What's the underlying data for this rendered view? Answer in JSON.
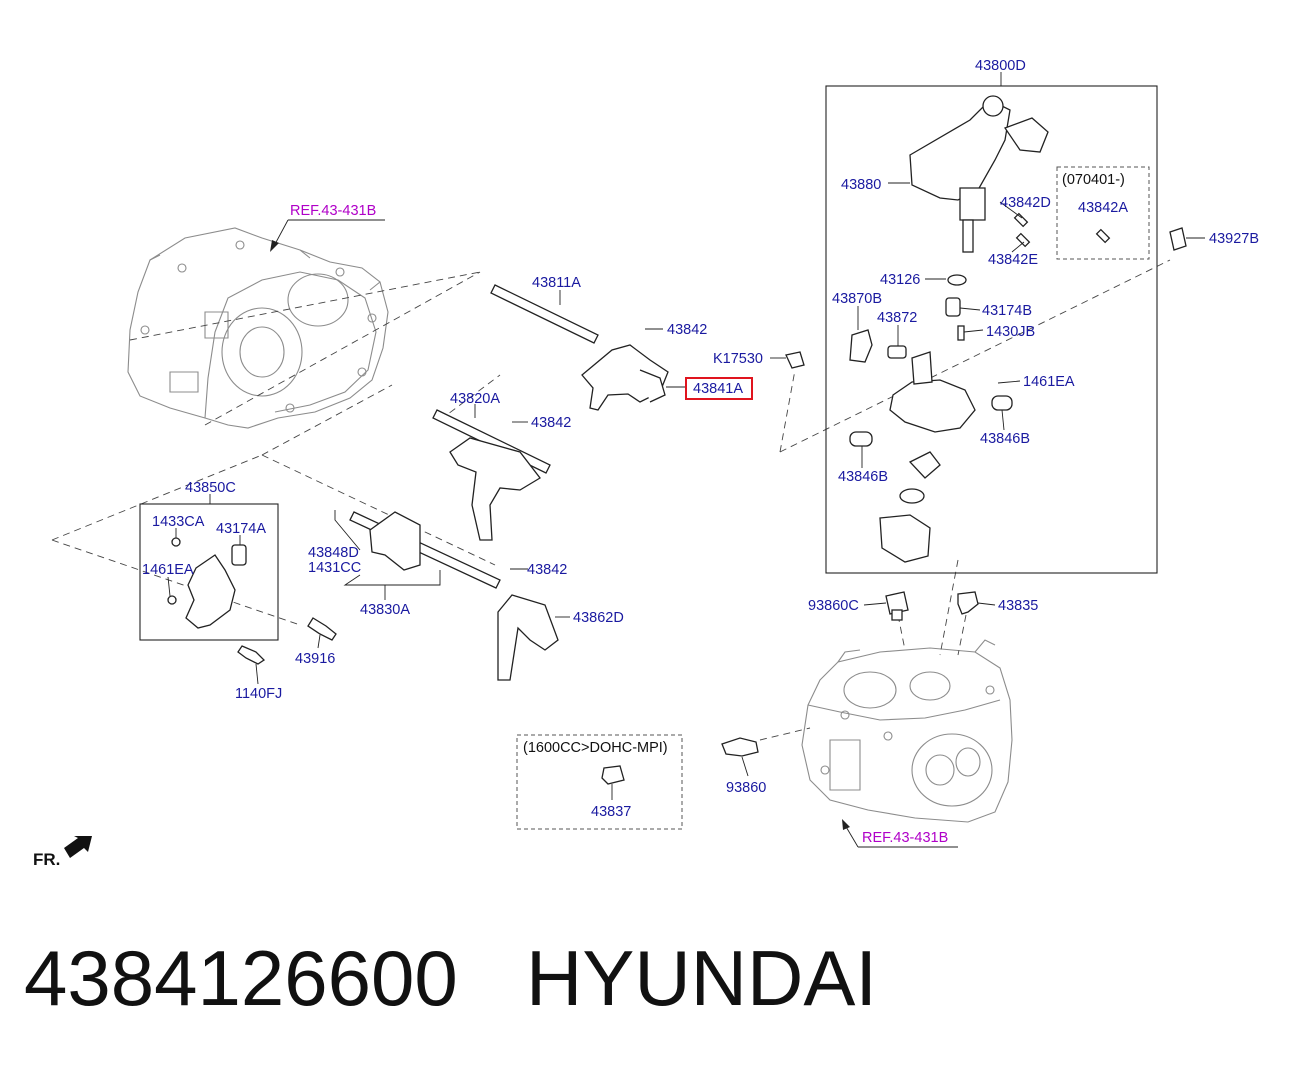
{
  "labels": {
    "p43800D": "43800D",
    "p43880": "43880",
    "p43842D": "43842D",
    "note_070401": "(070401-)",
    "p43842A": "43842A",
    "p43842E": "43842E",
    "p43927B": "43927B",
    "p43126": "43126",
    "p43870B": "43870B",
    "p43174B": "43174B",
    "p43872": "43872",
    "p1430JB": "1430JB",
    "pK17530": "K17530",
    "p1461EA_r": "1461EA",
    "p43846B_r": "43846B",
    "p43846B_l": "43846B",
    "p43811A": "43811A",
    "p43842_a": "43842",
    "p43841A": "43841A",
    "p43820A": "43820A",
    "p43842_b": "43842",
    "p43850C": "43850C",
    "p1433CA": "1433CA",
    "p43174A": "43174A",
    "p1461EA_l": "1461EA",
    "p43848D": "43848D",
    "p1431CC": "1431CC",
    "p43842_c": "43842",
    "p43830A": "43830A",
    "p43862D": "43862D",
    "p43916": "43916",
    "p1140FJ": "1140FJ",
    "p93860C": "93860C",
    "p43835": "43835",
    "note_1600cc": "(1600CC>DOHC-MPI)",
    "p43837": "43837",
    "p93860": "93860",
    "ref_top": "REF.43-431B",
    "ref_bottom": "REF.43-431B",
    "fr": "FR."
  },
  "caption": {
    "part_number": "4384126600",
    "brand": "HYUNDAI"
  },
  "highlight": {
    "label": "43841A",
    "color": "#e0141e"
  },
  "colors": {
    "label": "#1a1aa0",
    "reference": "#b000c8",
    "linework": "#222222"
  }
}
